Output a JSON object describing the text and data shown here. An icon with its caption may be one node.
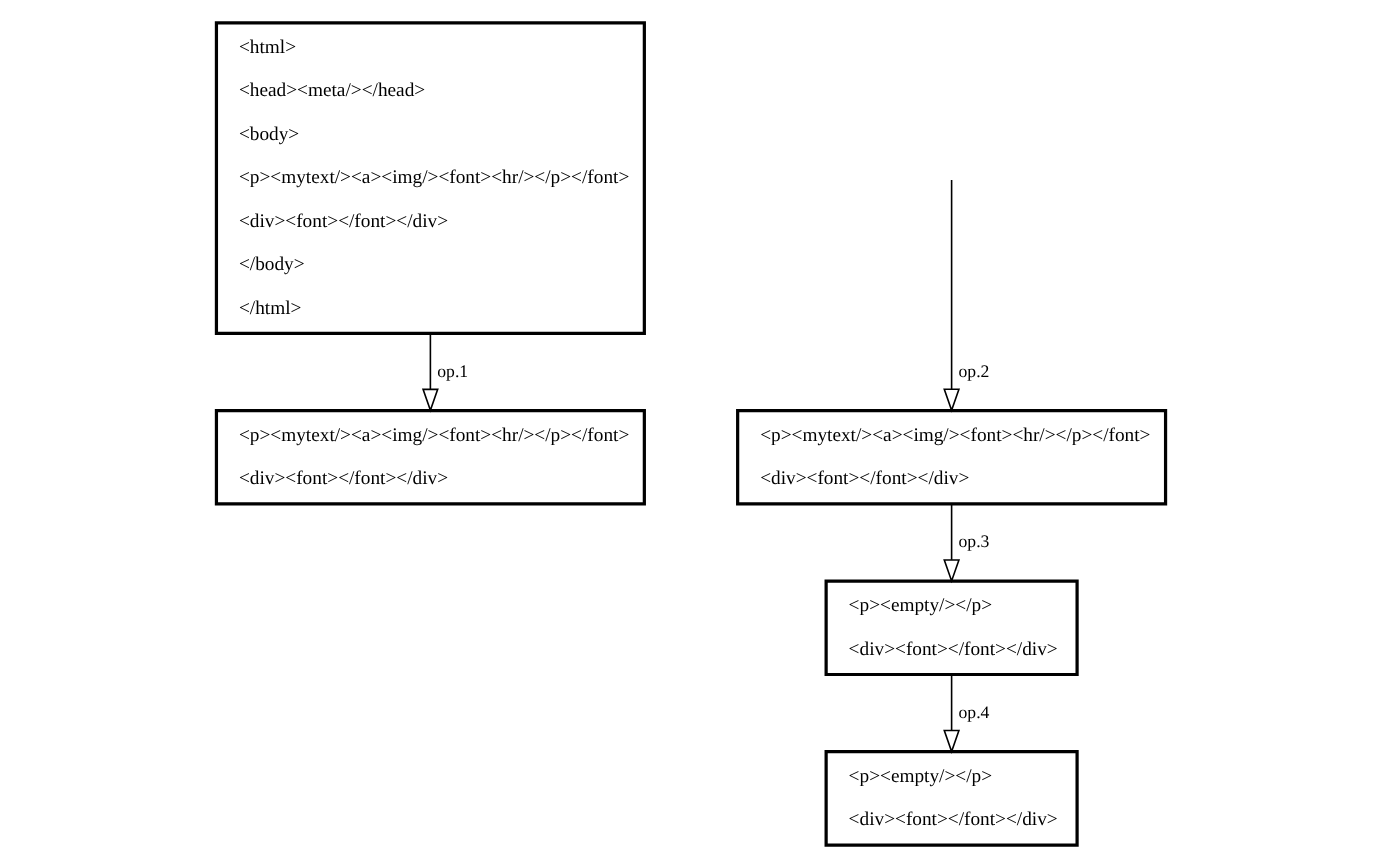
{
  "diagram": {
    "nodes": [
      {
        "text": [
          "<html>",
          "<head><meta/></head>",
          "<body>",
          "<p><mytext/><a><img/><font><hr/></p></font>",
          "<div><font></font></div>",
          "</body>",
          "</html>"
        ]
      },
      {
        "text": [
          "<p><mytext/><a><img/><font><hr/></p></font>",
          "<div><font></font></div>"
        ]
      },
      {
        "text": [
          "<p><mytext/><a><img/><font><hr/></p></font>",
          "<div><font></font></div>"
        ]
      },
      {
        "text": [
          "<p><empty/></p>",
          "<div><font></font></div>"
        ]
      },
      {
        "text": [
          "<p><empty/></p>",
          "<div><font></font></div>"
        ]
      }
    ],
    "edges": [
      {
        "from": 0,
        "to": 1,
        "arrow": "to",
        "label": "op.1"
      },
      {
        "from": null,
        "to": 2,
        "arrow": "to",
        "label": "op.2"
      },
      {
        "from": 2,
        "to": 3,
        "arrow": "to",
        "label": "op.3"
      },
      {
        "from": 3,
        "to": 4,
        "arrow": "to",
        "label": "op.4"
      }
    ]
  }
}
